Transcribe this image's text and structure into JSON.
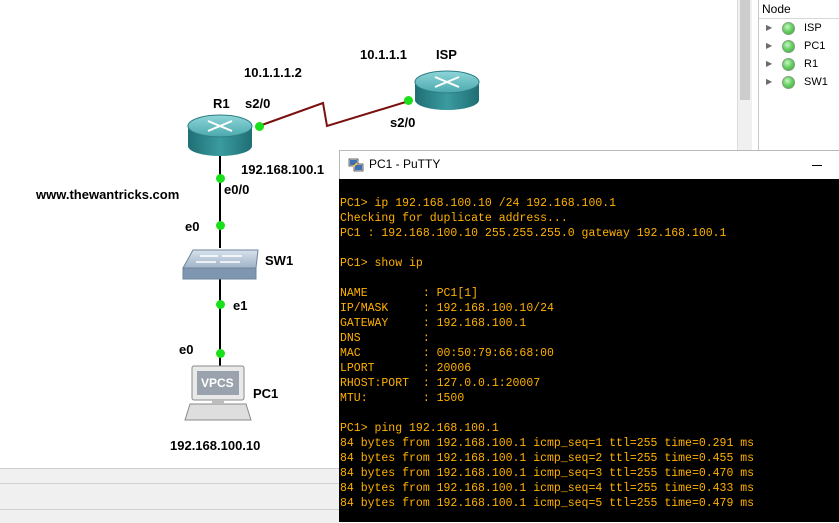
{
  "topology": {
    "watermark": "www.thewantricks.com",
    "devices": {
      "r1": {
        "name": "R1",
        "icon": "router-icon"
      },
      "isp": {
        "name": "ISP",
        "icon": "router-icon"
      },
      "sw1": {
        "name": "SW1",
        "icon": "switch-icon"
      },
      "pc1": {
        "name": "PC1",
        "icon": "vpcs-icon",
        "icon_text": "VPCS"
      }
    },
    "labels": {
      "r1_serial_ip": "10.1.1.1.2",
      "isp_serial_ip": "10.1.1.1",
      "r1_serial_port": "s2/0",
      "isp_serial_port": "s2/0",
      "r1_lan_ip": "192.168.100.1",
      "r1_eth_port": "e0/0",
      "sw1_up_port": "e0",
      "sw1_down_port": "e1",
      "pc1_port": "e0",
      "pc1_ip": "192.168.100.10"
    },
    "colors": {
      "serial_link": "#7a1010",
      "eth_link": "#000000",
      "port_up": "#19e01a",
      "router_body": "#2e8a8f"
    }
  },
  "node_panel": {
    "header": "Node",
    "items": [
      {
        "label": "ISP",
        "status": "started"
      },
      {
        "label": "PC1",
        "status": "started"
      },
      {
        "label": "R1",
        "status": "started"
      },
      {
        "label": "SW1",
        "status": "started"
      }
    ]
  },
  "putty": {
    "title": "PC1 - PuTTY",
    "terminal_color": "#ffb000",
    "lines": [
      "PC1> ip 192.168.100.10 /24 192.168.100.1",
      "Checking for duplicate address...",
      "PC1 : 192.168.100.10 255.255.255.0 gateway 192.168.100.1",
      "",
      "PC1> show ip",
      "",
      "NAME        : PC1[1]",
      "IP/MASK     : 192.168.100.10/24",
      "GATEWAY     : 192.168.100.1",
      "DNS         :",
      "MAC         : 00:50:79:66:68:00",
      "LPORT       : 20006",
      "RHOST:PORT  : 127.0.0.1:20007",
      "MTU:        : 1500",
      "",
      "PC1> ping 192.168.100.1",
      "84 bytes from 192.168.100.1 icmp_seq=1 ttl=255 time=0.291 ms",
      "84 bytes from 192.168.100.1 icmp_seq=2 ttl=255 time=0.455 ms",
      "84 bytes from 192.168.100.1 icmp_seq=3 ttl=255 time=0.470 ms",
      "84 bytes from 192.168.100.1 icmp_seq=4 ttl=255 time=0.433 ms",
      "84 bytes from 192.168.100.1 icmp_seq=5 ttl=255 time=0.479 ms"
    ]
  }
}
